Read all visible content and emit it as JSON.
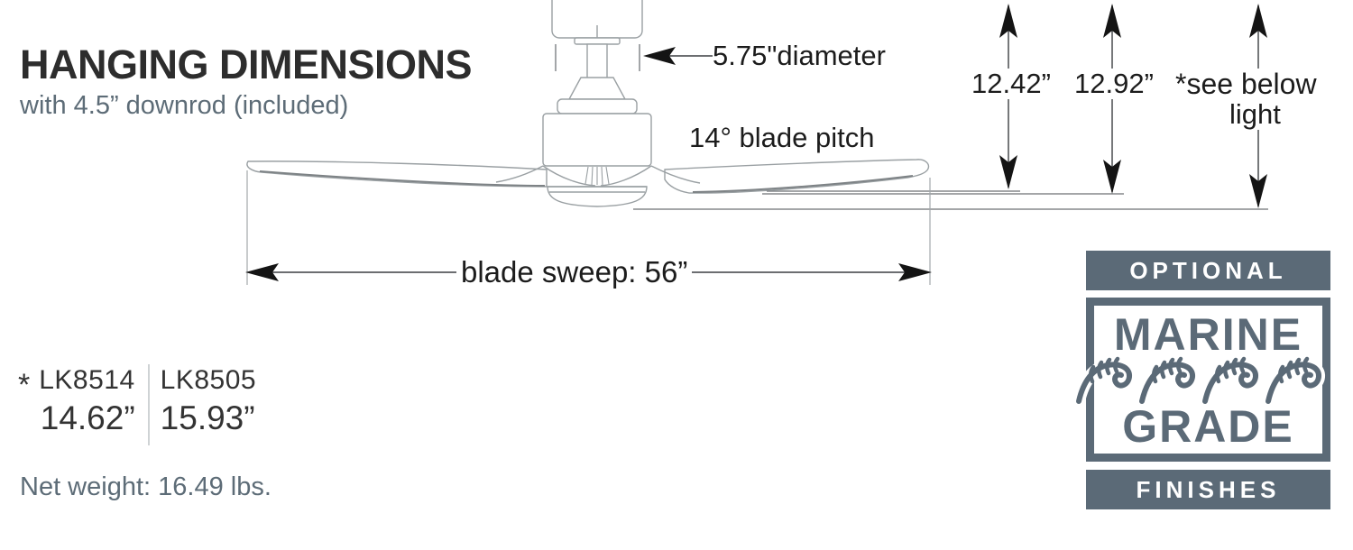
{
  "header": {
    "title": "HANGING DIMENSIONS",
    "subtitle": "with 4.5” downrod (included)"
  },
  "diagram": {
    "diameter_label": "5.75\"diameter",
    "blade_pitch_label": "14° blade pitch",
    "drop_height_primary": "12.42”",
    "drop_height_secondary": "12.92”",
    "drop_height_note": "*see below",
    "drop_height_note_word": "light",
    "blade_sweep_label": "blade sweep: 56”"
  },
  "light_kit_options": {
    "footnote_marker": "*",
    "options": [
      {
        "model": "LK8514",
        "hanging_height": "14.62”"
      },
      {
        "model": "LK8505",
        "hanging_height": "15.93”"
      }
    ]
  },
  "net_weight_label": "Net weight: 16.49 lbs.",
  "badge": {
    "header": "OPTIONAL",
    "title_line1": "MARINE",
    "title_line2": "GRADE",
    "footer": "FINISHES",
    "accent_color": "#5b6a77"
  },
  "colors": {
    "ink": "#1c1c1c",
    "title_ink": "#2d2d2d",
    "slate": "#5b6a77",
    "fan_line_gray": "#9aa0a3"
  }
}
